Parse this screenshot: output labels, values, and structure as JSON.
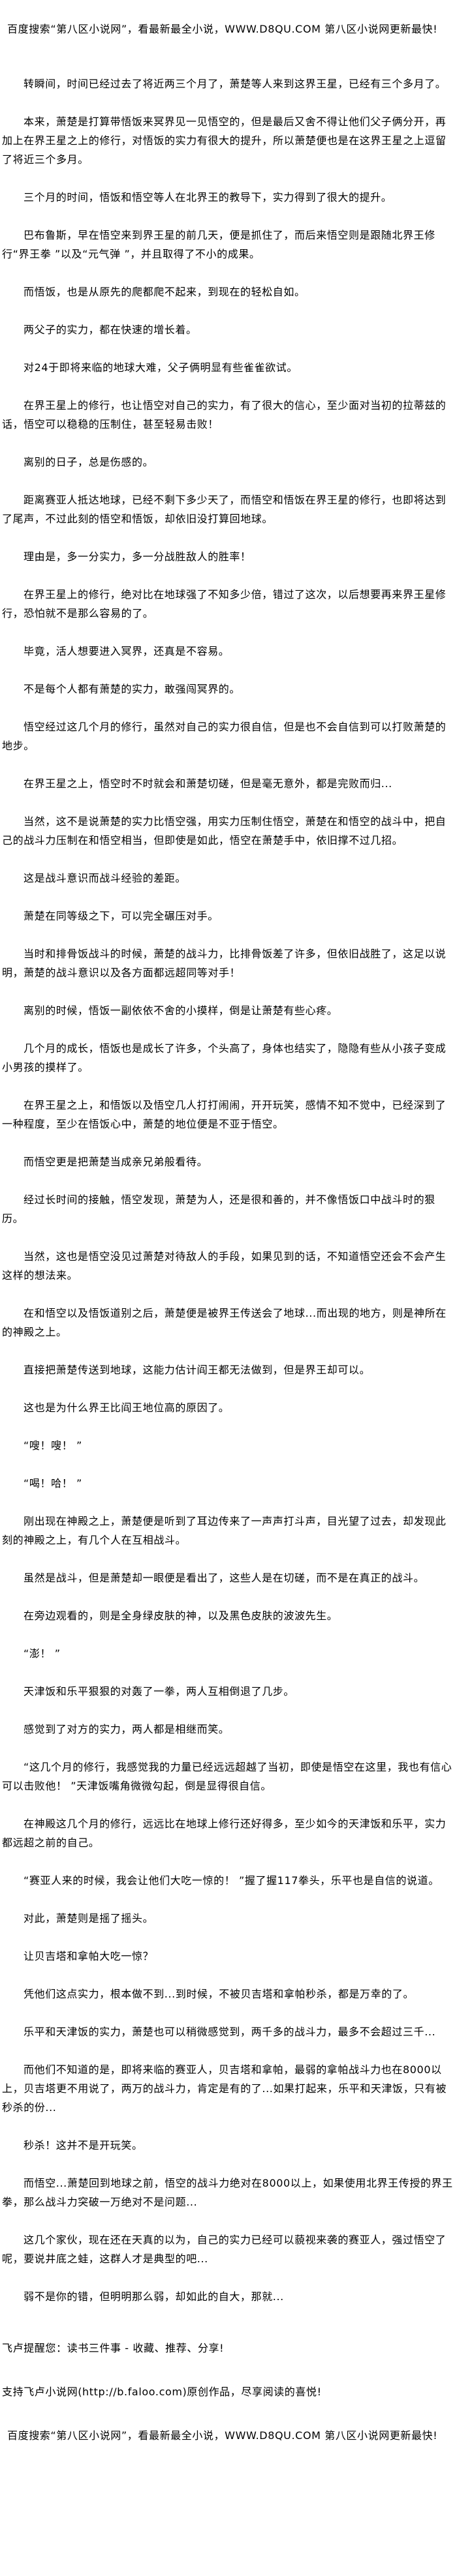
{
  "banner": "百度搜索“第八区小说网”，看最新最全小说，WWW.D8QU.COM   第八区小说网更新最快!",
  "paragraphs": [
    "转瞬间，时间已经过去了将近两三个月了，萧楚等人来到这界王星，已经有三个多月了。",
    "本来，萧楚是打算带悟饭来冥界见一见悟空的，但是最后又舍不得让他们父子俩分开，再加上在界王星之上的修行，对悟饭的实力有很大的提升，所以萧楚便也是在这界王星之上逗留了将近三个多月。",
    "三个月的时间，悟饭和悟空等人在北界王的教导下，实力得到了很大的提升。",
    "巴布鲁斯，早在悟空来到界王星的前几天，便是抓住了，而后来悟空则是跟随北界王修行“界王拳 ”以及“元气弹 ”，并且取得了不小的成果。",
    "而悟饭，也是从原先的爬都爬不起来，到现在的轻松自如。",
    "两父子的实力，都在快速的增长着。",
    "对24于即将来临的地球大难，父子俩明显有些雀雀欲试。",
    "在界王星上的修行，也让悟空对自己的实力，有了很大的信心，至少面对当初的拉蒂兹的话，悟空可以稳稳的压制住，甚至轻易击败！",
    "离别的日子，总是伤感的。",
    "距离赛亚人抵达地球，已经不剩下多少天了，而悟空和悟饭在界王星的修行，也即将达到了尾声，不过此刻的悟空和悟饭，却依旧没打算回地球。",
    "理由是，多一分实力，多一分战胜敌人的胜率！",
    "在界王星上的修行，绝对比在地球强了不知多少倍，错过了这次，以后想要再来界王星修行，恐怕就不是那么容易的了。",
    "毕竟，活人想要进入冥界，还真是不容易。",
    "不是每个人都有萧楚的实力，敢强闯冥界的。",
    "悟空经过这几个月的修行，虽然对自己的实力很自信，但是也不会自信到可以打败萧楚的地步。",
    "在界王星之上，悟空时不时就会和萧楚切磋，但是毫无意外，都是完败而归...",
    "当然，这不是说萧楚的实力比悟空强，用实力压制住悟空，萧楚在和悟空的战斗中，把自己的战斗力压制在和悟空相当，但即使是如此，悟空在萧楚手中，依旧撑不过几招。",
    "这是战斗意识而战斗经验的差距。",
    "萧楚在同等级之下，可以完全碾压对手。",
    "当时和排骨饭战斗的时候，萧楚的战斗力，比排骨饭差了许多，但依旧战胜了，这足以说明，萧楚的战斗意识以及各方面都远超同等对手！",
    "离别的时候，悟饭一副依依不舍的小摸样，倒是让萧楚有些心疼。",
    "几个月的成长，悟饭也是成长了许多，个头高了，身体也结实了，隐隐有些从小孩子变成小男孩的摸样了。",
    "在界王星之上，和悟饭以及悟空几人打打闹闹，开开玩笑，感情不知不觉中，已经深到了一种程度，至少在悟饭心中，萧楚的地位便是不亚于悟空。",
    "而悟空更是把萧楚当成亲兄弟般看待。",
    "经过长时间的接触，悟空发现，萧楚为人，还是很和善的，并不像悟饭口中战斗时的狠历。",
    "当然，这也是悟空没见过萧楚对待敌人的手段，如果见到的话，不知道悟空还会不会产生这样的想法来。",
    "在和悟空以及悟饭道别之后，萧楚便是被界王传送会了地球...而出现的地方，则是神所在的神殿之上。",
    "直接把萧楚传送到地球，这能力估计阎王都无法做到，但是界王却可以。",
    "这也是为什么界王比阎王地位高的原因了。",
    "“嗖！嗖！ ”",
    "“喝！哈！ ”",
    "刚出现在神殿之上，萧楚便是听到了耳边传来了一声声打斗声，目光望了过去，却发现此刻的神殿之上，有几个人在互相战斗。",
    "虽然是战斗，但是萧楚却一眼便是看出了，这些人是在切磋，而不是在真正的战斗。",
    "在旁边观看的，则是全身绿皮肤的神，以及黑色皮肤的波波先生。",
    "“澎！ ”",
    "天津饭和乐平狠狠的对轰了一拳，两人互相倒退了几步。",
    "感觉到了对方的实力，两人都是相继而笑。",
    "“这几个月的修行，我感觉我的力量已经远远超越了当初，即使是悟空在这里，我也有信心可以击败他！ ”天津饭嘴角微微勾起，倒是显得很自信。",
    "在神殿这几个月的修行，远远比在地球上修行还好得多，至少如今的天津饭和乐平，实力都远超之前的自己。",
    "“赛亚人来的时候，我会让他们大吃一惊的！ ”握了握117拳头，乐平也是自信的说道。",
    "对此，萧楚则是摇了摇头。",
    "让贝吉塔和拿帕大吃一惊？",
    "凭他们这点实力，根本做不到...到时候，不被贝吉塔和拿帕秒杀，都是万幸的了。",
    "乐平和天津饭的实力，萧楚也可以稍微感觉到，两千多的战斗力，最多不会超过三千...",
    "而他们不知道的是，即将来临的赛亚人，贝吉塔和拿帕，最弱的拿帕战斗力也在8000以上，贝吉塔更不用说了，两万的战斗力，肯定是有的了...如果打起来，乐平和天津饭，只有被秒杀的份...",
    "秒杀！这并不是开玩笑。",
    "而悟空...萧楚回到地球之前，悟空的战斗力绝对在8000以上，如果使用北界王传授的界王拳，那么战斗力突破一万绝对不是问题...",
    "这几个家伙，现在还在天真的以为，自己的实力已经可以藐视来袭的赛亚人，强过悟空了呢，要说井底之蛙，这群人才是典型的吧...",
    "弱不是你的错，但明明那么弱，却如此的自大，那就..."
  ],
  "footer": {
    "reminder": "飞卢提醒您：读书三件事 - 收藏、推荐、分享!",
    "support": "支持飞卢小说网(http://b.faloo.com)原创作品，尽享阅读的喜悦!",
    "banner": "百度搜索“第八区小说网”，看最新最全小说，WWW.D8QU.COM   第八区小说网更新最快!"
  }
}
